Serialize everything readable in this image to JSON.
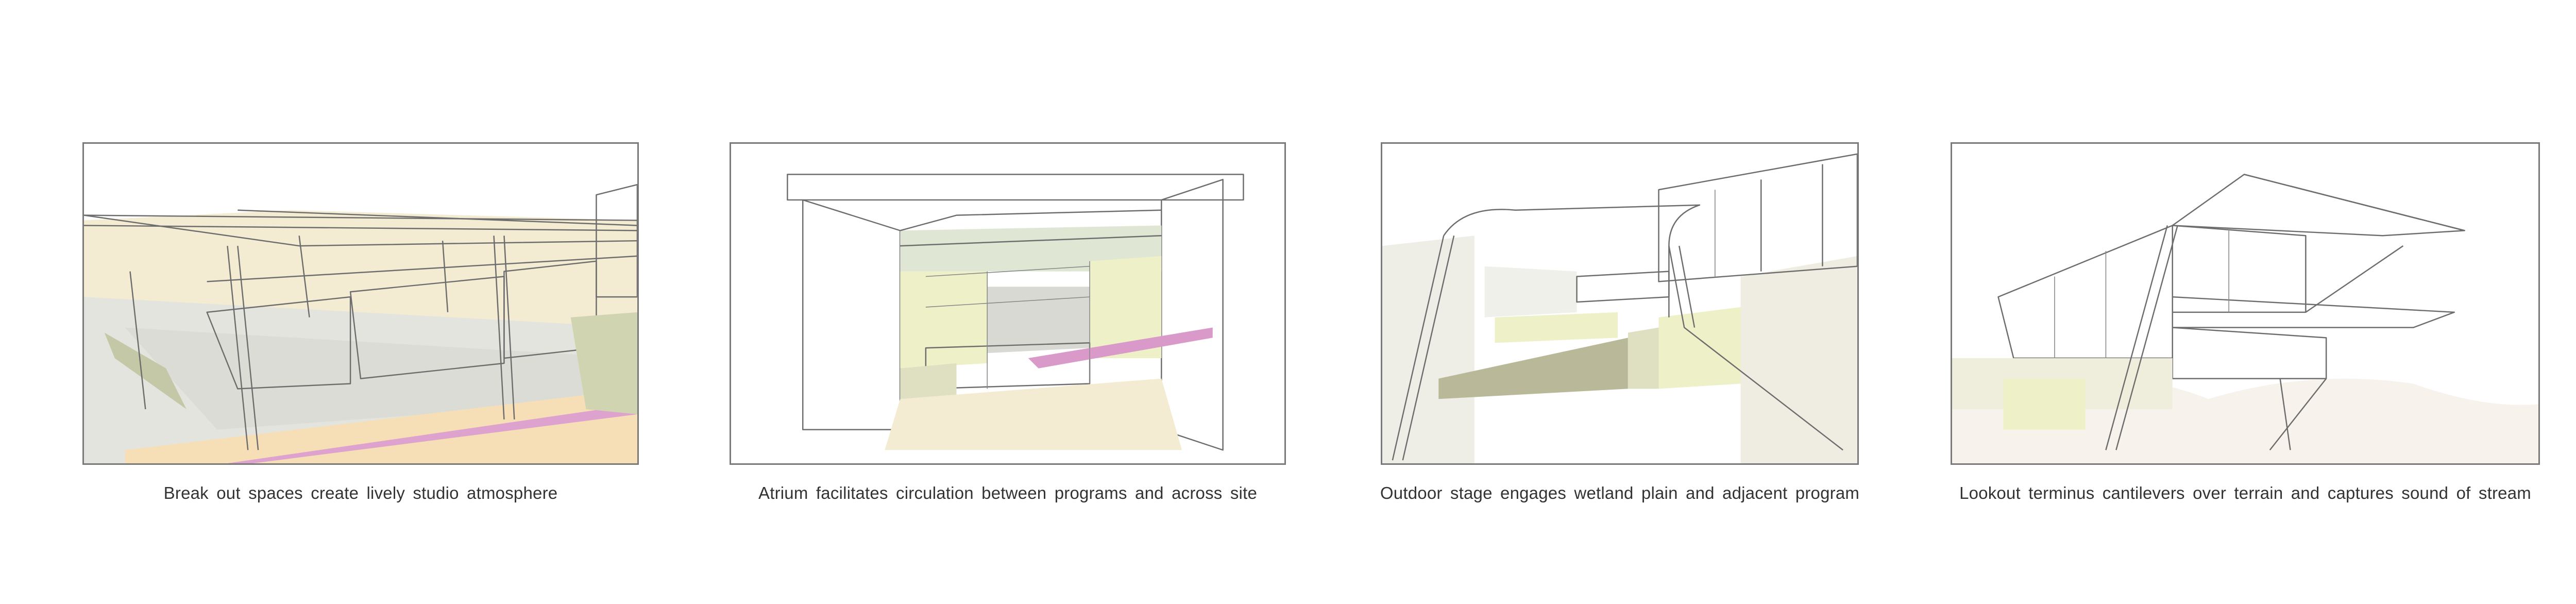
{
  "panels": [
    {
      "caption": "Break out spaces create lively studio atmosphere",
      "image_description_name": "studio-breakout-rendering"
    },
    {
      "caption": "Atrium facilitates circulation between programs and across site",
      "image_description_name": "atrium-rendering"
    },
    {
      "caption": "Outdoor stage engages wetland plain and adjacent program",
      "image_description_name": "outdoor-stage-rendering"
    },
    {
      "caption": "Lookout terminus cantilevers over terrain and captures sound of stream",
      "image_description_name": "lookout-rendering"
    }
  ],
  "colors": {
    "cream": "#f3ecd2",
    "light_yellow": "#eef0c8",
    "pink": "#d99ac9",
    "peach": "#f6e3c4",
    "olive": "#b9b99a",
    "grey": "#d9d9d4",
    "sage": "#dfe6d3",
    "blush": "#f5e6df"
  }
}
